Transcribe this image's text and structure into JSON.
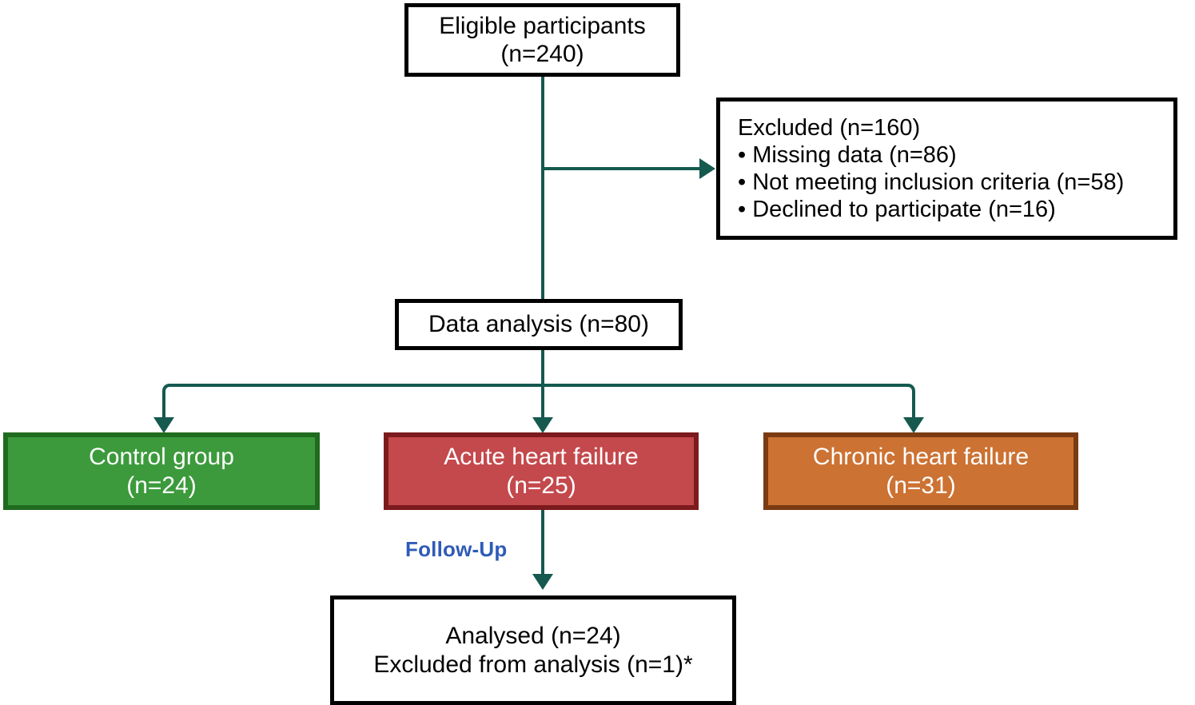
{
  "diagram": {
    "type": "consort-flow-diagram",
    "colors": {
      "connector": "#15594f",
      "box_border_plain": "#000000",
      "control_fill": "#3c9a3c",
      "control_border": "#1f6b1f",
      "acute_fill": "#c4494c",
      "acute_border": "#7c1a1d",
      "chronic_fill": "#cc7233",
      "chronic_border": "#7a3b12",
      "followup_label": "#2f5bb8"
    },
    "nodes": {
      "eligible": {
        "line1": "Eligible participants",
        "line2": "(n=240)"
      },
      "excluded": {
        "heading": "Excluded (n=160)",
        "items": [
          "• Missing data (n=86)",
          "• Not meeting inclusion criteria (n=58)",
          "• Declined to participate (n=16)"
        ]
      },
      "data_analysis": {
        "line1": "Data analysis (n=80)"
      },
      "control": {
        "line1": "Control group",
        "line2": "(n=24)"
      },
      "acute": {
        "line1": "Acute heart failure",
        "line2": "(n=25)"
      },
      "chronic": {
        "line1": "Chronic heart failure",
        "line2": "(n=31)"
      },
      "analysed": {
        "line1": "Analysed (n=24)",
        "line2": "Excluded from analysis (n=1)*"
      }
    },
    "labels": {
      "followup": "Follow-Up"
    },
    "counts": {
      "eligible_n": 240,
      "excluded_n": 160,
      "excluded_missing_data_n": 86,
      "excluded_not_meeting_criteria_n": 58,
      "excluded_declined_n": 16,
      "data_analysis_n": 80,
      "control_n": 24,
      "acute_n": 25,
      "chronic_n": 31,
      "analysed_n": 24,
      "excluded_from_analysis_n": 1
    }
  }
}
